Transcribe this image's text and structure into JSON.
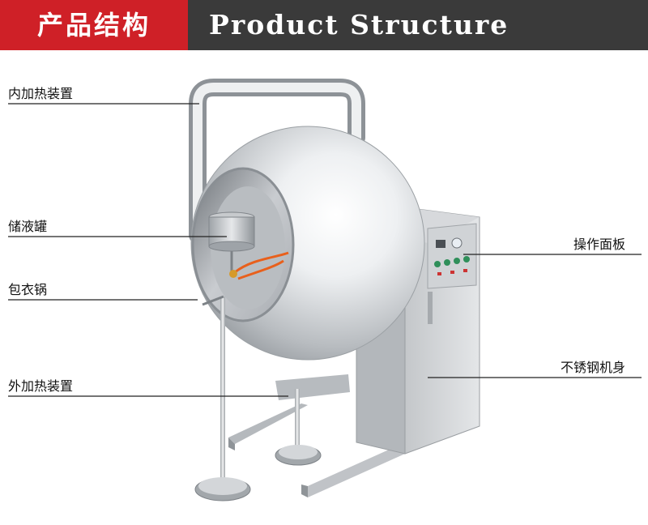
{
  "header": {
    "title_cn": "产品结构",
    "title_en": "Product Structure"
  },
  "labels": {
    "inner_heating": "内加热装置",
    "liquid_tank": "储液罐",
    "coating_pan": "包衣锅",
    "outer_heating": "外加热装置",
    "control_panel": "操作面板",
    "stainless_body": "不锈钢机身"
  },
  "colors": {
    "header_red": "#cf2027",
    "header_dark": "#3a3a3a"
  }
}
